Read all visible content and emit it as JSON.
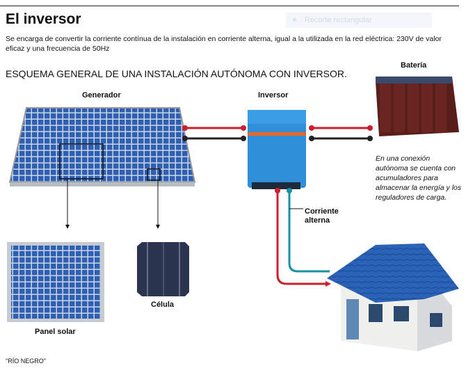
{
  "title": "El inversor",
  "overlay": {
    "label": "Recorte rectangular"
  },
  "description": "Se encarga de convertir la corriente contínua de la instalación en corriente alterna, igual a la utilizada en la red eléctrica: 230V de valor eficaz y una frecuencia de 50Hz",
  "heading": "ESQUEMA GENERAL DE UNA INSTALACIÓN AUTÓNOMA CON INVERSOR.",
  "labels": {
    "generator": "Generador",
    "inverter": "Inversor",
    "battery": "Batería",
    "ac": "Corriente alterna",
    "panel": "Panel solar",
    "cell": "Célula"
  },
  "note": "En una conexión autónoma se cuenta con acumuladores para almacenar la energía y los reguladores de carga.",
  "footer": "\"RÍO NEGRO\"",
  "colors": {
    "panel": "#2f5fb0",
    "inverter": "#2f8fd8",
    "dc_positive": "#cc1f2b",
    "dc_negative": "#222222",
    "ac_wire": "#1a8fa8",
    "roof": "#2a62b8"
  }
}
